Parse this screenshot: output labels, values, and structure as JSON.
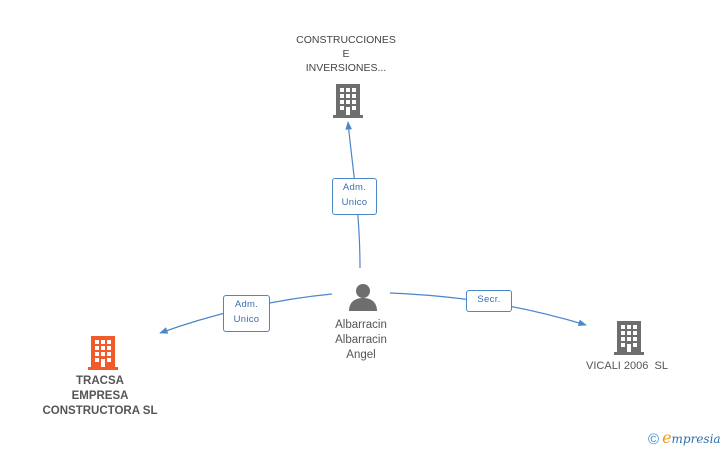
{
  "nodes": {
    "top_company": {
      "name_lines": [
        "CONSTRUCCIONES",
        "E",
        "INVERSIONES..."
      ],
      "icon": "building-icon",
      "color": "#6e6e6e"
    },
    "person": {
      "name_lines": [
        "Albarracin",
        "Albarracin",
        "Angel"
      ],
      "icon": "person-icon",
      "color": "#6e6e6e"
    },
    "tracsa": {
      "name_lines": [
        "TRACSA",
        "EMPRESA",
        "CONSTRUCTORA SL"
      ],
      "icon": "building-icon",
      "color": "#f15a2b"
    },
    "vicali": {
      "name_lines": [
        "VICALI 2006  SL"
      ],
      "icon": "building-icon",
      "color": "#6e6e6e"
    }
  },
  "edges": [
    {
      "from": "person",
      "to": "top_company",
      "label_lines": [
        "Adm.",
        "Unico"
      ]
    },
    {
      "from": "person",
      "to": "tracsa",
      "label_lines": [
        "Adm.",
        "Unico"
      ]
    },
    {
      "from": "person",
      "to": "vicali",
      "label_lines": [
        "Secr."
      ]
    }
  ],
  "colors": {
    "edge": "#4a86c8",
    "edge_label_text": "#3a6fb0"
  },
  "footer": {
    "copyright_symbol": "©",
    "brand_initial": "e",
    "brand_rest": "mpresia"
  }
}
